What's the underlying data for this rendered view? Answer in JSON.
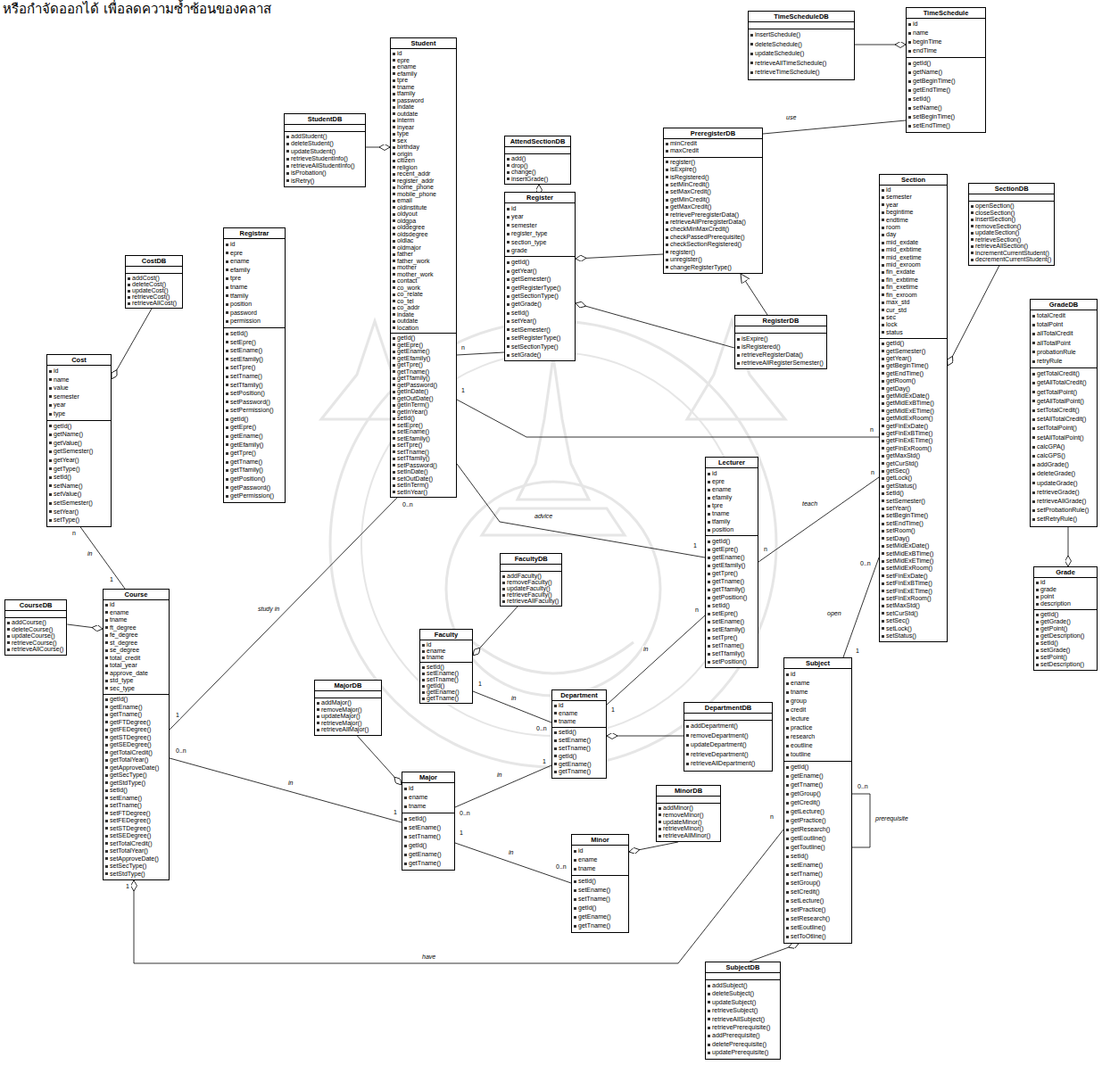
{
  "diagram": {
    "nodes": [
      {
        "text": [
          "TimeSchedule",
          "id",
          "name",
          "beginTime",
          "endTime",
          "getId()",
          "getName()",
          "getBeginTime()",
          "getEndTime()",
          "setId()",
          "setName()",
          "setBeginTime()",
          "setEndTime()"
        ]
      },
      {
        "text": [
          "TimeScheduleDB",
          "insertSchedule()",
          "deleteSchedule()",
          "updateSchedule()",
          "retrieveAllTimeSchedule()",
          "retrieveTimeSchedule()"
        ]
      },
      {
        "text": [
          "Student",
          "id",
          "epre",
          "ename",
          "efamily",
          "tpre",
          "tname",
          "tfamily",
          "password",
          "indate",
          "outdate",
          "interm",
          "inyear",
          "type",
          "sex",
          "birthday",
          "origin",
          "citizen",
          "religion",
          "recent_addr",
          "register_addr",
          "home_phone",
          "mobile_phone",
          "email",
          "oldinstitute",
          "oldyout",
          "oldgpa",
          "olddegree",
          "oldsdegree",
          "oldlac",
          "oldmajor",
          "father",
          "father_work",
          "mother",
          "mother_work",
          "contact",
          "co_work",
          "co_relate",
          "co_tel",
          "co_addr",
          "indate",
          "outdate",
          "location",
          "getId()",
          "getEpre()",
          "getEname()",
          "getEfamily()",
          "getTpre()",
          "getTname()",
          "getTfamily()",
          "getPassword()",
          "getInDate()",
          "getOutDate()",
          "getInTerm()",
          "getInYear()",
          "setId()",
          "setEpre()",
          "setEname()",
          "setEfamily()",
          "setTpre()",
          "setTname()",
          "setTfamily()",
          "setPassword()",
          "setInDate()",
          "setOutDate()",
          "setInTerm()",
          "setInYear()"
        ]
      },
      {
        "text": [
          "StudentDB",
          "addStudent()",
          "deleteStudent()",
          "updateStudent()",
          "retrieveStudentInfo()",
          "retrieveAllStudentInfo()",
          "isProbation()",
          "isRetry()"
        ]
      },
      {
        "text": [
          "AttendSectionDB",
          "add()",
          "drop()",
          "change()",
          "insertGrade()"
        ]
      },
      {
        "text": [
          "Register",
          "id",
          "year",
          "semester",
          "register_type",
          "section_type",
          "grade",
          "getId()",
          "getYear()",
          "getSemester()",
          "getRegisterType()",
          "getSectionType()",
          "getGrade()",
          "setId()",
          "setYear()",
          "setSemester()",
          "setRegisterType()",
          "setSectionType()",
          "setGrade()"
        ]
      },
      {
        "text": [
          "PreregisterDB",
          "minCredit",
          "maxCredit",
          "register()",
          "isExpire()",
          "isRegistered()",
          "setMinCredit()",
          "setMaxCredit()",
          "getMinCredit()",
          "getMaxCredit()",
          "retrievePreregisterData()",
          "retrieveAllPreregisterData()",
          "checkMinMaxCredit()",
          "checkPassedPrerequisite()",
          "checkSectionRegistered()",
          "register()",
          "unregister()",
          "changeRegisterType()"
        ]
      },
      {
        "text": [
          "RegisterDB",
          "isExpire()",
          "isRegistered()",
          "retrieveRegisterData()",
          "retrieveAllRegisterSemester()"
        ]
      },
      {
        "text": [
          "Section",
          "id",
          "semester",
          "year",
          "begintime",
          "endtime",
          "room",
          "day",
          "mid_exdate",
          "mid_exbtime",
          "mid_exetime",
          "mid_exroom",
          "fin_exdate",
          "fin_exbtime",
          "fin_exetime",
          "fin_exroom",
          "max_std",
          "cur_std",
          "sec",
          "lock",
          "status",
          "getId()",
          "getSemester()",
          "getYear()",
          "getBeginTime()",
          "getEndTime()",
          "getRoom()",
          "getDay()",
          "getMidExDate()",
          "getMidExBTime()",
          "getMidExETime()",
          "getMidExRoom()",
          "getFinExDate()",
          "getFinExBTime()",
          "getFinExETime()",
          "getFinExRoom()",
          "getMaxStd()",
          "getCurStd()",
          "getSec()",
          "getLock()",
          "getStatus()",
          "setId()",
          "setSemester()",
          "setYear()",
          "setBeginTime()",
          "setEndTime()",
          "setRoom()",
          "setDay()",
          "setMidExDate()",
          "setMidExBTime()",
          "setMidExETime()",
          "setMidExRoom()",
          "setFinExDate()",
          "setFinExBTime()",
          "setFinExETime()",
          "setFinExRoom()",
          "setMaxStd()",
          "setCurStd()",
          "setSec()",
          "setLock()",
          "setStatus()"
        ]
      },
      {
        "text": [
          "SectionDB",
          "openSection()",
          "closeSection()",
          "insertSection()",
          "removeSection()",
          "updateSection()",
          "retrieveSection()",
          "retrieveAllSection()",
          "incrementCurrentStudent()",
          "decrementCurrentStudent()"
        ]
      },
      {
        "text": [
          "GradeDB",
          "totalCredit",
          "totalPoint",
          "allTotalCredit",
          "allTotalPoint",
          "probationRule",
          "retryRule",
          "getTotalCredit()",
          "getAllTotalCredit()",
          "getTotalPoint()",
          "getAllTotalPoint()",
          "setTotalCredit()",
          "setAllTotalCredit()",
          "setTotalPoint()",
          "setAllTotalPoint()",
          "calcGPA()",
          "calcGPS()",
          "addGrade()",
          "deleteGrade()",
          "updateGrade()",
          "retrieveGrade()",
          "retrieveAllGrade()",
          "setProbationRule()",
          "setRetryRule()"
        ]
      },
      {
        "text": [
          "Grade",
          "id",
          "grade",
          "point",
          "description",
          "getId()",
          "getGrade()",
          "getPoint()",
          "getDescription()",
          "setId()",
          "setGrade()",
          "setPoint()",
          "setDescription()"
        ]
      },
      {
        "text": [
          "CostDB",
          "addCost()",
          "deleteCost()",
          "updateCost()",
          "retrieveCost()",
          "retrieveAllCost()"
        ]
      },
      {
        "text": [
          "Registrar",
          "id",
          "epre",
          "ename",
          "efamily",
          "tpre",
          "tname",
          "tfamily",
          "position",
          "password",
          "permission",
          "setId()",
          "setEpre()",
          "setEname()",
          "setEfamily()",
          "setTpre()",
          "setTname()",
          "setTfamily()",
          "setPosition()",
          "setPassword()",
          "setPermission()",
          "getId()",
          "getEpre()",
          "getEname()",
          "getEfamily()",
          "getTpre()",
          "getTname()",
          "getTfamily()",
          "getPosition()",
          "getPassword()",
          "getPermission()"
        ]
      },
      {
        "text": [
          "Cost",
          "id",
          "name",
          "value",
          "semester",
          "year",
          "type",
          "getId()",
          "getName()",
          "getValue()",
          "getSemester()",
          "getYear()",
          "getType()",
          "setId()",
          "setName()",
          "setValue()",
          "setSemester()",
          "setYear()",
          "setType()"
        ]
      },
      {
        "text": [
          "Lecturer",
          "id",
          "epre",
          "ename",
          "efamily",
          "tpre",
          "tname",
          "tfamily",
          "position",
          "getId()",
          "getEpre()",
          "getEname()",
          "getEfamily()",
          "getTpre()",
          "getTname()",
          "getTfamily()",
          "getPosition()",
          "setId()",
          "setEpre()",
          "setEname()",
          "setEfamily()",
          "setTpre()",
          "setTname()",
          "setTfamily()",
          "setPosition()"
        ]
      },
      {
        "text": [
          "FacultyDB",
          "addFaculty()",
          "removeFaculty()",
          "updateFaculty()",
          "retrieveFaculty()",
          "retrieveAllFaculty()"
        ]
      },
      {
        "text": [
          "Faculty",
          "id",
          "ename",
          "tname",
          "setId()",
          "setEname()",
          "setTname()",
          "getId()",
          "getEname()",
          "getTname()"
        ]
      },
      {
        "text": [
          "CourseDB",
          "addCourse()",
          "deleteCourse()",
          "updateCourse()",
          "retrieveCourse()",
          "retrieveAllCourse()"
        ]
      },
      {
        "text": [
          "Course",
          "id",
          "ename",
          "tname",
          "ft_degree",
          "fe_degree",
          "st_degree",
          "se_degree",
          "total_credit",
          "total_year",
          "approve_date",
          "std_type",
          "sec_type",
          "getId()",
          "getEname()",
          "getTname()",
          "getFTDegree()",
          "getFEDegree()",
          "getSTDegree()",
          "getSEDegree()",
          "getTotalCredit()",
          "getTotalYear()",
          "getApproveDate()",
          "getSecType()",
          "getStdType()",
          "setId()",
          "setEname()",
          "setTname()",
          "setFTDegree()",
          "setFEDegree()",
          "setSTDegree()",
          "setSEDegree()",
          "setTotalCredit()",
          "setTotalYear()",
          "setApproveDate()",
          "setSecType()",
          "setStdType()"
        ]
      },
      {
        "text": [
          "MajorDB",
          "addMajor()",
          "removeMajor()",
          "updateMajor()",
          "retrieveMajor()",
          "retrieveAllMajor()"
        ]
      },
      {
        "text": [
          "Department",
          "id",
          "ename",
          "tname",
          "setId()",
          "setEname()",
          "setTname()",
          "getId()",
          "getEname()",
          "getTname()"
        ]
      },
      {
        "text": [
          "DepartmentDB",
          "addDepartment()",
          "removeDepartment()",
          "updateDepartment()",
          "retrieveDepartment()",
          "retrieveAllDepartment()"
        ]
      },
      {
        "text": [
          "Major",
          "id",
          "ename",
          "tname",
          "setId()",
          "setEname()",
          "setTname()",
          "getId()",
          "getEname()",
          "getTname()"
        ]
      },
      {
        "text": [
          "MinorDB",
          "addMinor()",
          "removeMinor()",
          "updateMinor()",
          "retrieveMinor()",
          "retrieveAllMinor()"
        ]
      },
      {
        "text": [
          "Minor",
          "id",
          "ename",
          "tname",
          "setId()",
          "setEname()",
          "setTname()",
          "getId()",
          "getEname()",
          "getTname()"
        ]
      },
      {
        "text": [
          "Subject",
          "id",
          "ename",
          "tname",
          "group",
          "credit",
          "lecture",
          "practice",
          "research",
          "eoutline",
          "toutline",
          "getId()",
          "getEname()",
          "getTname()",
          "getGroup()",
          "getCredit()",
          "getLecture()",
          "getPractice()",
          "getResearch()",
          "getEoutline()",
          "getToutline()",
          "setId()",
          "setEname()",
          "setTname()",
          "setGroup()",
          "setCredit()",
          "setLecture()",
          "setPractice()",
          "setResearch()",
          "setEoutline()",
          "setToOtline()"
        ]
      },
      {
        "text": [
          "SubjectDB",
          "addSubject()",
          "deleteSubject()",
          "updateSubject()",
          "retrieveSubject()",
          "retrieveAllSubject()",
          "retrievePrerequisite()",
          "addPrerequisite()",
          "deletePrerequisite()",
          "updatePrerequisite()"
        ]
      }
    ],
    "edges": [
      {
        "from": 1,
        "to": 0,
        "arrow": "to"
      },
      {
        "from": 6,
        "to": 0,
        "label": "use",
        "arrow": "none"
      },
      {
        "from": 3,
        "to": 2,
        "arrow": "to"
      },
      {
        "from": 5,
        "to": 4,
        "arrow": "to"
      },
      {
        "from": 6,
        "to": 5,
        "arrow": "to"
      },
      {
        "from": 7,
        "to": 5,
        "arrow": "to"
      },
      {
        "from": 7,
        "to": 6,
        "arrow": "to"
      },
      {
        "from": 2,
        "to": 5,
        "arrow": "none"
      },
      {
        "from": 2,
        "to": 8,
        "arrow": "none"
      },
      {
        "from": 2,
        "to": 15,
        "label": "advice",
        "arrow": "none"
      },
      {
        "from": 2,
        "to": 19,
        "label": "study in",
        "arrow": "none"
      },
      {
        "from": 15,
        "to": 8,
        "label": "teach",
        "arrow": "none"
      },
      {
        "from": 26,
        "to": 8,
        "label": "open",
        "arrow": "none"
      },
      {
        "from": 9,
        "to": 8,
        "arrow": "to"
      },
      {
        "from": 10,
        "to": 11,
        "arrow": "to"
      },
      {
        "from": 12,
        "to": 14,
        "arrow": "to"
      },
      {
        "from": 14,
        "to": 19,
        "label": "in",
        "arrow": "none"
      },
      {
        "from": 18,
        "to": 19,
        "arrow": "to"
      },
      {
        "from": 19,
        "to": 23,
        "label": "in",
        "arrow": "none"
      },
      {
        "from": 26,
        "to": 19,
        "label": "have",
        "arrow": "to"
      },
      {
        "from": 26,
        "to": 26,
        "label": "prerequisite",
        "arrow": "none"
      },
      {
        "from": 27,
        "to": 26,
        "arrow": "to"
      },
      {
        "from": 16,
        "to": 17,
        "arrow": "to"
      },
      {
        "from": 17,
        "to": 21,
        "label": "in",
        "arrow": "none"
      },
      {
        "from": 21,
        "to": 15,
        "label": "in",
        "arrow": "none"
      },
      {
        "from": 22,
        "to": 21,
        "arrow": "to"
      },
      {
        "from": 23,
        "to": 21,
        "label": "in",
        "arrow": "none"
      },
      {
        "from": 20,
        "to": 23,
        "arrow": "to"
      },
      {
        "from": 23,
        "to": 25,
        "label": "in",
        "arrow": "none"
      },
      {
        "from": 24,
        "to": 25,
        "arrow": "to"
      }
    ],
    "labels": [
      "หรือกำจัดออกได้ เพื่อลดความซ้ำซ้อนของคลาส",
      "n",
      "1",
      "n",
      "1",
      "0..n",
      "1",
      "n",
      "n",
      "0..n",
      "1",
      "n",
      "1",
      "0..n",
      "1",
      "1",
      "0..n",
      "1",
      "n",
      "0..n",
      "1",
      "1",
      "0..n",
      "0..n",
      "n",
      "1"
    ]
  }
}
